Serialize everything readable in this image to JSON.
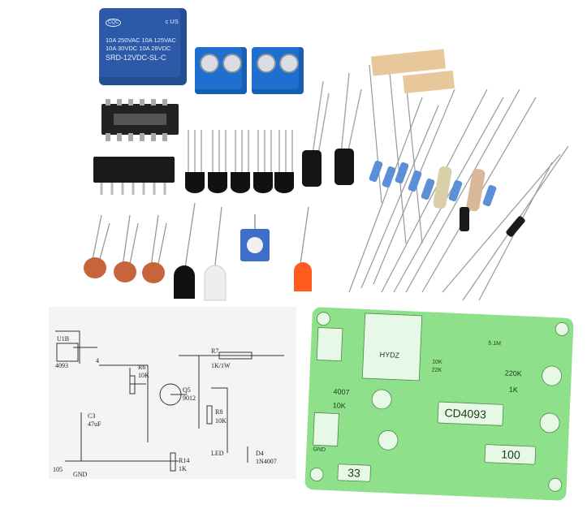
{
  "relay": {
    "line1": "10A 250VAC  10A 125VAC",
    "line2": "10A  30VDC  10A  28VDC",
    "model": "SRD-12VDC-SL-C",
    "mark_left": "CQC",
    "mark_right": "c US"
  },
  "schematic": {
    "gate": "U1B",
    "gate_num": "4093",
    "pin": "4",
    "r6": "R6",
    "r6v": "10K",
    "r7": "R7",
    "r7v": "1K/1W",
    "q": "Q5",
    "qv": "9012",
    "r8": "R8",
    "r8v": "10K",
    "c3": "C3",
    "c3v": "47uF",
    "r14": "R14",
    "r14v": "1K",
    "led": "LED",
    "d": "D4",
    "dv": "1N4007",
    "r5": "105",
    "gnd": "GND"
  },
  "pcb": {
    "ic": "CD4093",
    "r_100": "100",
    "r_33": "33",
    "r_220k": "220K",
    "r_1k": "1K",
    "r_4007": "4007",
    "r_10k": "10K",
    "hydz": "HYDZ",
    "gnd": "GND",
    "r_10k_b": "10K",
    "r_5k": "5.1M",
    "r_22k": "22K"
  },
  "colors": {
    "relay_blue": "#2c5aa8",
    "terminal_blue": "#1f6fd0",
    "pcb_green": "#8fe08a",
    "ceramic_cap": "#c8643c",
    "resistor_blue": "#5b8fd6"
  }
}
